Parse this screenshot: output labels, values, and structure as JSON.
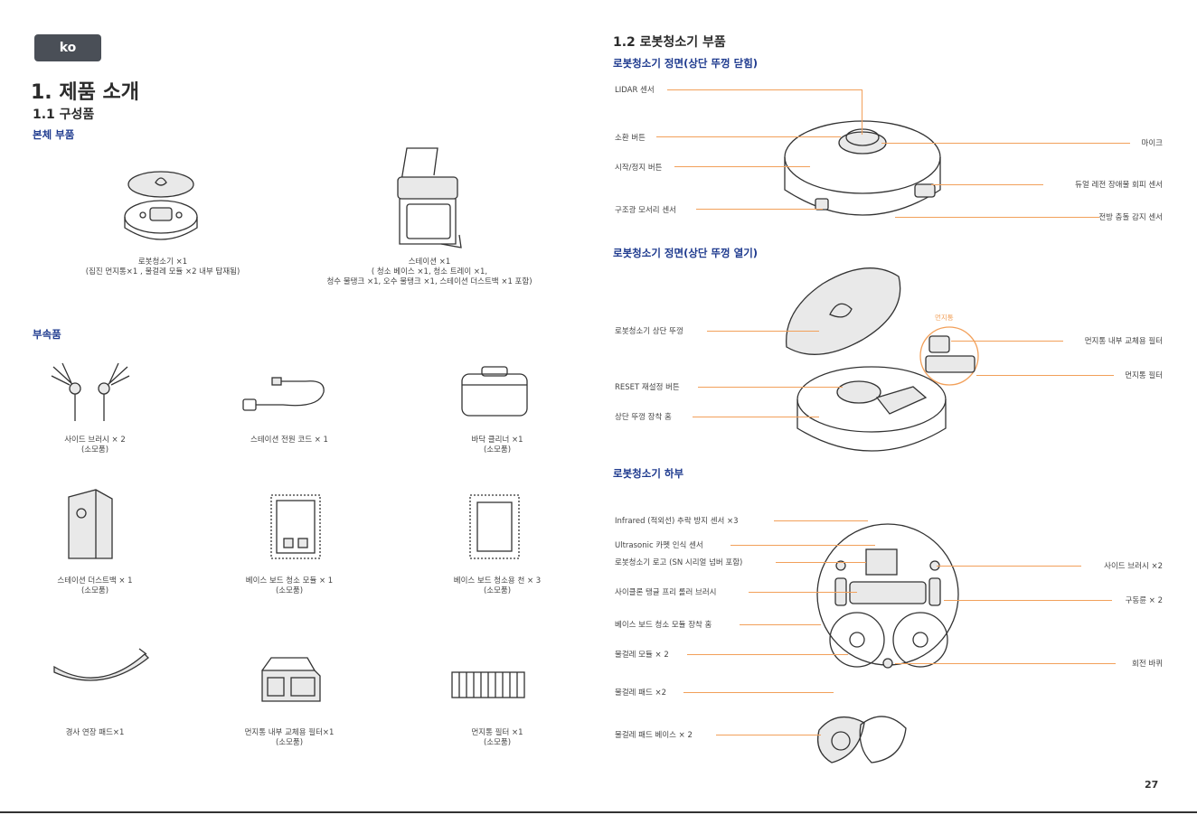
{
  "left": {
    "lang_badge": "ko",
    "title": "1. 제품 소개",
    "subtitle": "1.1 구성품",
    "main_parts_heading": "본체 부품",
    "robot_caption": [
      "로봇청소기 ×1",
      "(집진 먼지통×1 , 물걸레 모듈 ×2 내부 탑재됨)"
    ],
    "station_caption": [
      "스테이션 ×1",
      "( 청소 베이스 ×1, 청소 트레이 ×1,",
      "청수 물탱크 ×1, 오수 물탱크 ×1, 스테이션 더스트백 ×1 포함)"
    ],
    "accessories_heading": "부속품",
    "accessories": [
      {
        "line1": "사이드 브러시 × 2",
        "line2": "(소모품)"
      },
      {
        "line1": "스테이션 전원 코드 × 1",
        "line2": ""
      },
      {
        "line1": "바닥 클리너 ×1",
        "line2": "(소모품)"
      },
      {
        "line1": "스테이션 더스트백 × 1",
        "line2": "(소모품)"
      },
      {
        "line1": "베이스 보드 청소 모듈 × 1",
        "line2": "(소모품)"
      },
      {
        "line1": "베이스 보드 청소용 천 × 3",
        "line2": "(소모품)"
      },
      {
        "line1": "경사 연장 패드×1",
        "line2": ""
      },
      {
        "line1": "먼지통 내부 교체용 필터×1",
        "line2": "(소모품)"
      },
      {
        "line1": "먼지통 필터 ×1",
        "line2": "(소모품)"
      }
    ]
  },
  "right": {
    "section_title": "1.2 로봇청소기 부품",
    "front_closed_heading": "로봇청소기 정면(상단 뚜껑 닫힘)",
    "front_closed_labels": {
      "lidar": "LIDAR 센서",
      "recall": "소환 버튼",
      "start": "시작/정지 버튼",
      "corner": "구조광 모서리 센서",
      "mic": "마이크",
      "dual": "듀얼 레전 장애물 회피 센서",
      "bumper": "전방 충돌 감지 센서"
    },
    "front_open_heading": "로봇청소기 정면(상단 뚜껑 열기)",
    "front_open_labels": {
      "lid": "로봇청소기 상단 뚜껑",
      "reset": "RESET 재설정 버튼",
      "slot": "상단 뚜껑 장착 홈",
      "dustbin_tag": "먼지통",
      "inner_filter": "먼지통 내부 교체용 필터",
      "filter": "먼지통 필터"
    },
    "bottom_heading": "로봇청소기 하부",
    "bottom_labels": {
      "infrared": "Infrared (적외선) 추락 방지 센서 ×3",
      "ultrasonic": "Ultrasonic 카펫 인식 센서",
      "logo": "로봇청소기 로고 (SN 시리얼 넘버 포함)",
      "cyclone": "사이클론 탱글 프리 롤러 브러시",
      "baseboard": "베이스 보드 청소 모듈 장착 홈",
      "mop_module": "물걸레 모듈 × 2",
      "mop_pad": "물걸레 패드 ×2",
      "mop_base": "물걸레 패드 베이스 × 2",
      "side_brush": "사이드 브러시 ×2",
      "drive_wheel": "구동륜 × 2",
      "caster": "회전 바퀴"
    },
    "page_number": "27"
  },
  "colors": {
    "heading_blue": "#1f3b8f",
    "callout_orange": "#f2a05a",
    "badge_bg": "#4a4f57"
  }
}
